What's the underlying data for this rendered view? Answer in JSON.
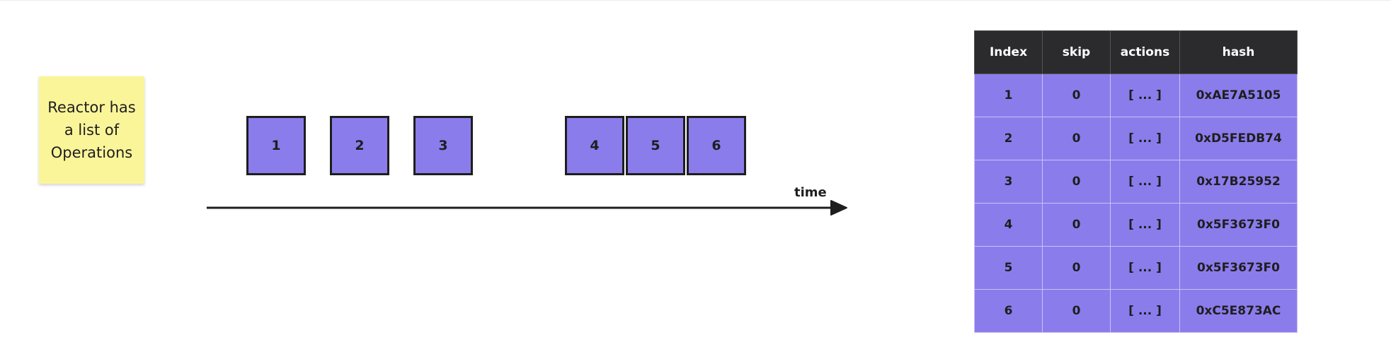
{
  "sticky_note": {
    "text": "Reactor has a list of Operations",
    "color": "#fbf59a"
  },
  "operations": [
    "1",
    "2",
    "3",
    "4",
    "5",
    "6"
  ],
  "timeline": {
    "label": "time"
  },
  "table": {
    "headers": {
      "index": "Index",
      "skip": "skip",
      "actions": "actions",
      "hash": "hash"
    },
    "rows": [
      {
        "index": "1",
        "skip": "0",
        "actions": "[ ... ]",
        "hash": "0xAE7A5105"
      },
      {
        "index": "2",
        "skip": "0",
        "actions": "[ ... ]",
        "hash": "0xD5FEDB74"
      },
      {
        "index": "3",
        "skip": "0",
        "actions": "[ ... ]",
        "hash": "0x17B25952"
      },
      {
        "index": "4",
        "skip": "0",
        "actions": "[ ... ]",
        "hash": "0x5F3673F0"
      },
      {
        "index": "5",
        "skip": "0",
        "actions": "[ ... ]",
        "hash": "0x5F3673F0"
      },
      {
        "index": "6",
        "skip": "0",
        "actions": "[ ... ]",
        "hash": "0xC5E873AC"
      }
    ]
  },
  "colors": {
    "operation_fill": "#8b7cec",
    "header_fill": "#2b2b2e",
    "stroke": "#1e1e1e"
  }
}
